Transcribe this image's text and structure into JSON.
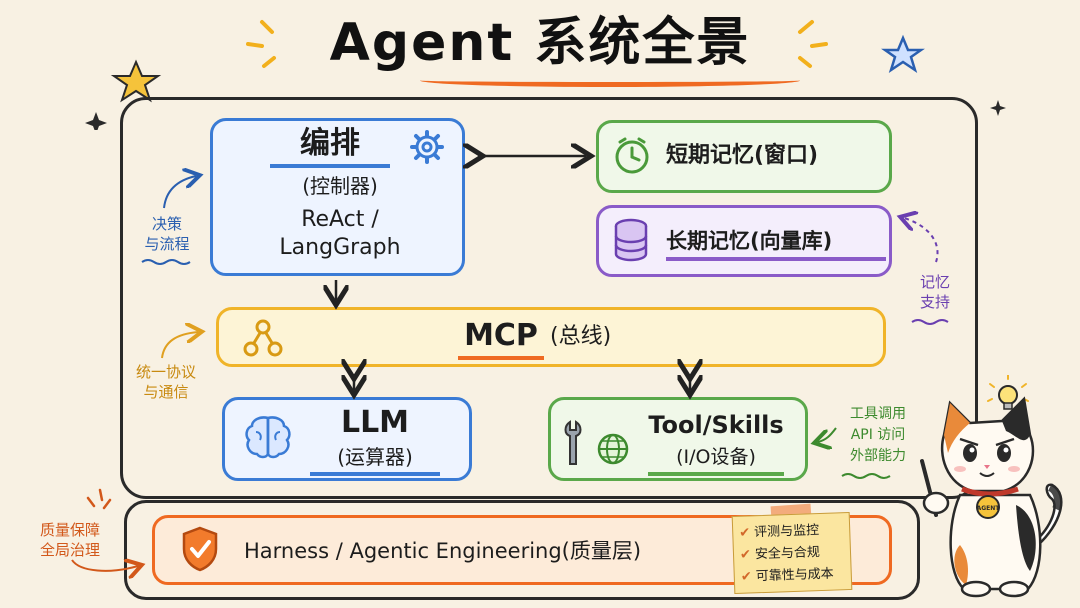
{
  "title": "Agent 系统全景",
  "orchestrator": {
    "title": "编排",
    "subtitle": "(控制器)",
    "frameworks_line1": "ReAct /",
    "frameworks_line2": "LangGraph"
  },
  "short_memory": {
    "label": "短期记忆(窗口)"
  },
  "long_memory": {
    "label": "长期记忆(向量库)"
  },
  "mcp": {
    "label": "MCP",
    "suffix": "(总线)"
  },
  "llm": {
    "label": "LLM",
    "suffix": "(运算器)"
  },
  "tools": {
    "label": "Tool/Skills",
    "suffix": "(I/O设备)"
  },
  "harness": {
    "label": "Harness / Agentic Engineering(质量层)"
  },
  "side_labels": {
    "decision_line1": "决策",
    "decision_line2": "与流程",
    "protocol_line1": "统一协议",
    "protocol_line2": "与通信",
    "memory_line1": "记忆",
    "memory_line2": "支持",
    "tools_line1": "工具调用",
    "tools_line2": "API 访问",
    "tools_line3": "外部能力",
    "quality_line1": "质量保障",
    "quality_line2": "全局治理"
  },
  "note": {
    "items": [
      "评测与监控",
      "安全与合规",
      "可靠性与成本"
    ]
  },
  "cat_badge": "AGENT",
  "colors": {
    "orchestrator": "#3a7bd5",
    "memory_short": "#5aa84a",
    "memory_long": "#8a5bc8",
    "mcp": "#f0b429",
    "llm": "#3a7bd5",
    "tools": "#5aa84a",
    "harness": "#ef6a22"
  }
}
